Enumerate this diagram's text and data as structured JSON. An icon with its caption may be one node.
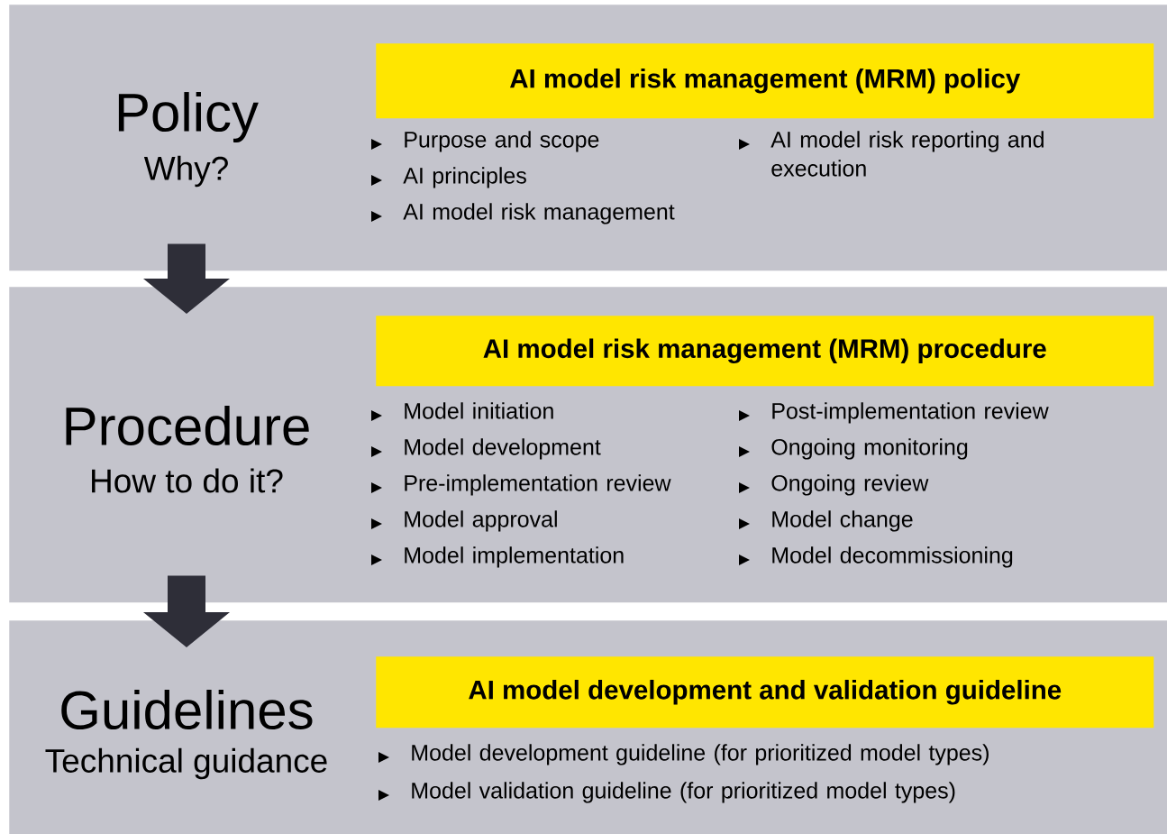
{
  "diagram": {
    "nodes": [
      {
        "text": [
          "Policy",
          "Why?",
          "Purpose and scope",
          "AI principles",
          "AI model risk management",
          "AI model risk reporting and execution"
        ]
      },
      {
        "text": [
          "AI model risk management (MRM) policy"
        ],
        "in": 0
      },
      {
        "text": [
          "Procedure",
          "How to do it?",
          "Model initiation",
          "Model development",
          "Pre-implementation review",
          "Model approval",
          "Model implementation",
          "Post-implementation review",
          "Ongoing monitoring",
          "Ongoing review",
          "Model change",
          "Model decommissioning"
        ]
      },
      {
        "text": [
          "AI model risk management (MRM) procedure"
        ],
        "in": 2
      },
      {
        "text": [
          "Guidelines",
          "Technical guidance",
          "Model development guideline (for prioritized model types)",
          "Model validation guideline (for prioritized model types)"
        ]
      },
      {
        "text": [
          "AI model development and validation guideline"
        ],
        "in": 4
      }
    ],
    "edges": [
      {
        "from": 0,
        "to": 2,
        "arrow": "to",
        "style": "thick"
      },
      {
        "from": 2,
        "to": 4,
        "arrow": "to",
        "style": "thick"
      }
    ]
  }
}
